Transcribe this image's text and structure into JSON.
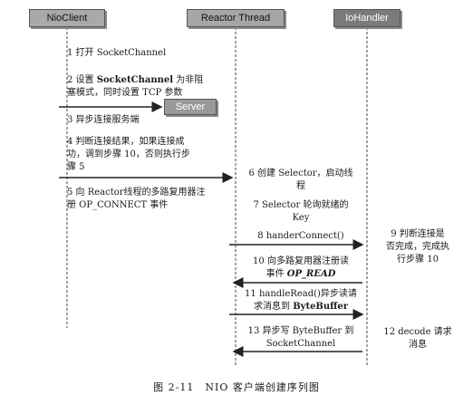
{
  "headers": {
    "client": "NioClient",
    "reactor": "Reactor Thread",
    "handler": "IoHandler"
  },
  "server_label": "Server",
  "steps": {
    "s1": "1 打开 SocketChannel",
    "s2a_pre": "2 设置 ",
    "s2a_bold": "SocketChannel",
    "s2a_post": " 为非阻",
    "s2b": "塞模式，同时设置 TCP 参数",
    "s3": "3 异步连接服务端",
    "s4a": "4 判断连接结果，如果连接成",
    "s4b": "功，调到步骤 10，否则执行步",
    "s4c": "骤 5",
    "s5a": "5 向 Reactor线程的多路复用器注",
    "s5b": "册 OP_CONNECT 事件",
    "s6a": "6 创建 Selector，启动线",
    "s6b": "程",
    "s7a": "7 Selector 轮询就绪的",
    "s7b": "Key",
    "s8": "8 handerConnect()",
    "s9a": "9 判断连接是",
    "s9b": "否完成，完成执",
    "s9c": "行步骤 10",
    "s10a": "10 向多路复用器注册读",
    "s10b_pre": "事件 ",
    "s10b_bold": "OP_READ",
    "s11a": "11 handleRead()异步读请",
    "s11b_pre": "求消息到 ",
    "s11b_bold": "ByteBuffer",
    "s12a": "12 decode 请求",
    "s12b": "消息",
    "s13a": "13 异步写 ByteBuffer 到",
    "s13b": "SocketChannel"
  },
  "caption": "图 2-11　NIO 客户端创建序列图"
}
